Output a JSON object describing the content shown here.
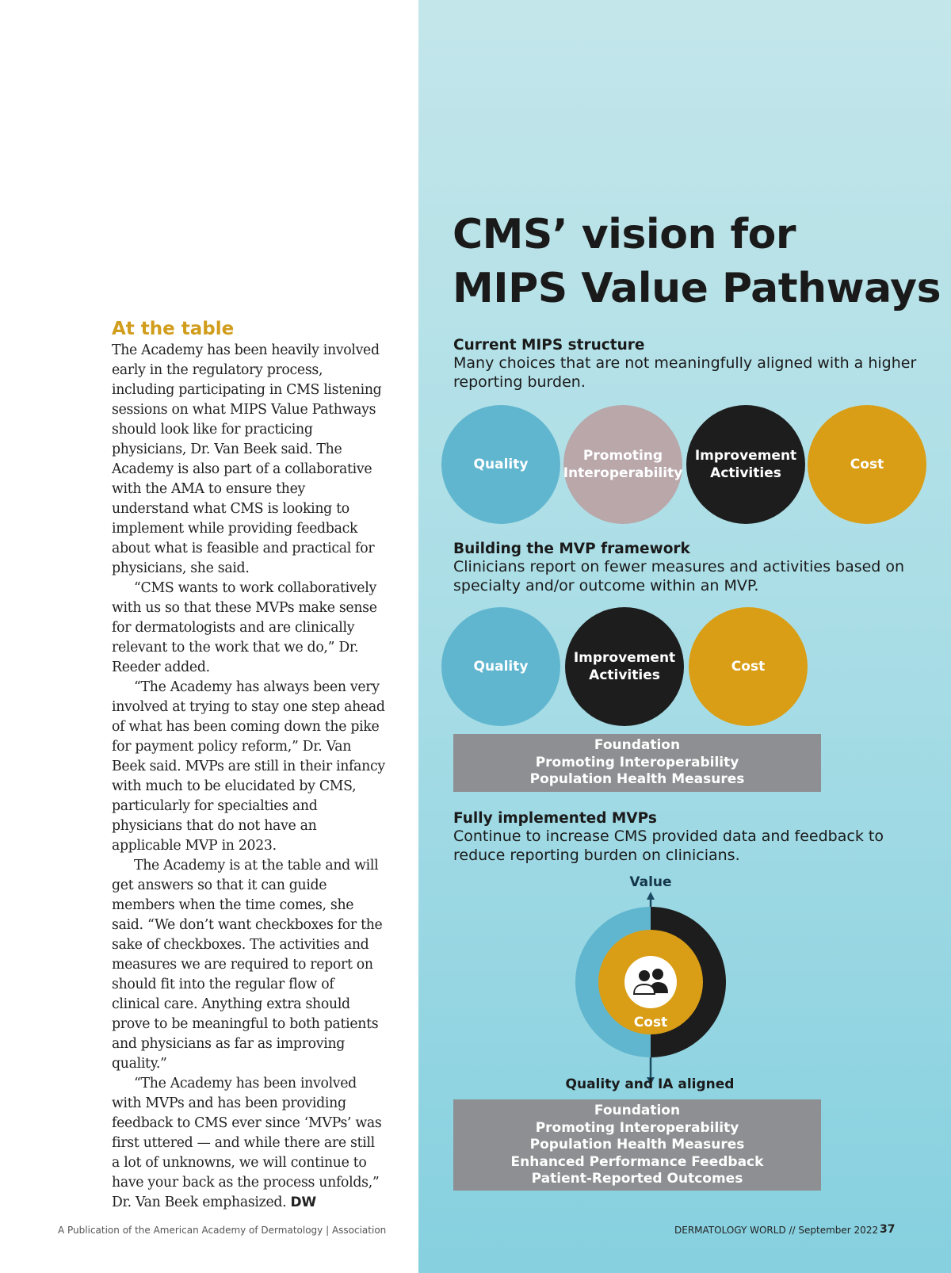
{
  "article": {
    "heading": "At the table",
    "paragraphs": [
      "The Academy has been heavily involved early in the regulatory process, including participating in CMS listening sessions on what MIPS Value Pathways should look like for practicing physicians, Dr. Van Beek said. The Academy is also part of a collaborative with the AMA to ensure they understand what CMS is looking to implement while providing feedback about what is feasible and practical for physicians, she said.",
      "“CMS wants to work collaboratively with us so that these MVPs make sense for dermatologists and are clinically relevant to the work that we do,” Dr. Reeder added.",
      "“The Academy has always been very involved at trying to stay one step ahead of what has been coming down the pike for payment policy reform,” Dr. Van Beek said. MVPs are still in their infancy with much to be elucidated by CMS, particularly for specialties and physicians that do not have an applicable MVP in 2023.",
      "The Academy is at the table and will get answers so that it can guide members when the time comes, she said. “We don’t want checkboxes for the sake of checkboxes. The activities and measures we are required to report on should fit into the regular flow of clinical care. Anything extra should prove to be meaningful to both patients and physicians as far as improving quality.”",
      "“The Academy has been involved with MVPs and has been providing feedback to CMS ever since ‘MVPs’ was first uttered — and while there are still a lot of unknowns, we will continue to have your back as the process unfolds,” Dr. Van Beek emphasized."
    ],
    "end_mark": "DW"
  },
  "infographic": {
    "title_line1": "CMS’ vision for",
    "title_line2": "MIPS Value Pathways",
    "current": {
      "heading": "Current MIPS structure",
      "text": "Many choices that are not meaningfully aligned with a higher reporting burden.",
      "circles": [
        "Quality",
        "Promoting Interoperability",
        "Improvement Activities",
        "Cost"
      ]
    },
    "building": {
      "heading": "Building the MVP framework",
      "text": "Clinicians report on fewer measures and activities based on specialty and/or outcome within an MVP.",
      "circles": [
        "Quality",
        "Improvement Activities",
        "Cost"
      ],
      "foundation": [
        "Foundation",
        "Promoting Interoperability",
        "Population Health Measures"
      ]
    },
    "full": {
      "heading": "Fully implemented MVPs",
      "text": "Continue to increase CMS provided data and feedback to reduce reporting burden on clinicians.",
      "top_label": "Value",
      "center_label": "Cost",
      "bottom_label": "Quality and IA aligned",
      "foundation": [
        "Foundation",
        "Promoting Interoperability",
        "Population Health Measures",
        "Enhanced Performance Feedback",
        "Patient-Reported Outcomes"
      ]
    },
    "colors": {
      "quality": "#61b6cf",
      "interop": "#b9a7aa",
      "improvement": "#1d1d1d",
      "cost": "#d99e16",
      "foundation": "#8e8f92"
    }
  },
  "footer": {
    "left": "A Publication of the American Academy of Dermatology | Association",
    "right": "DERMATOLOGY WORLD // September 2022",
    "page": "37"
  }
}
